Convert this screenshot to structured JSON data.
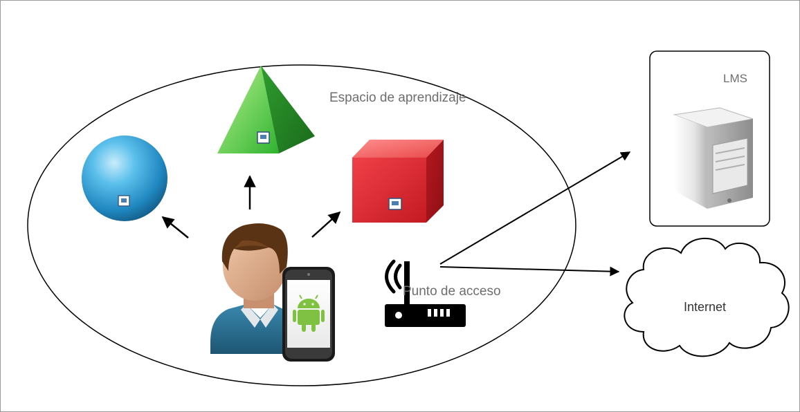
{
  "diagram": {
    "space_label": "Espacio de aprendizaje",
    "access_point_label": "Punto de acceso",
    "lms_label": "LMS",
    "internet_label": "Internet"
  },
  "colors": {
    "sphere": "#2a95cf",
    "pyramid": "#2fb82f",
    "cube": "#d9262b",
    "phone_screen": "#7fc241",
    "person_shirt": "#2b6f93",
    "person_hair": "#5a3214",
    "person_skin": "#d9a989"
  }
}
